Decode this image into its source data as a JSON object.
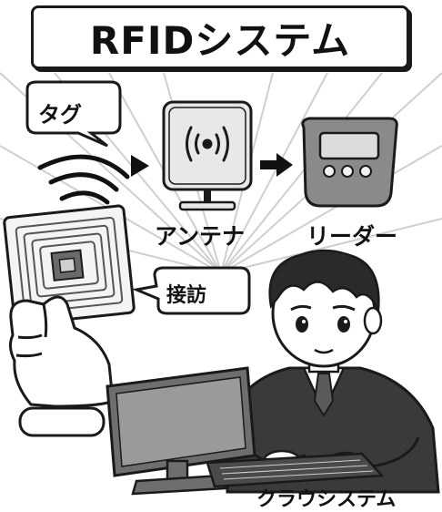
{
  "title": "RFIDシステム",
  "bubbles": {
    "tag": "タグ",
    "connect": "接訪"
  },
  "labels": {
    "antenna": "アンテナ",
    "reader": "リーダー",
    "cloud_system": "クラウシステム"
  },
  "colors": {
    "ink": "#111111",
    "background": "#ffffff",
    "rays": "#cfcfcf",
    "device_fill": "#e8e8e8",
    "reader_fill": "#8a8a8a",
    "skin": "#ffffff",
    "hair": "#2a2a2a",
    "suit": "#3a3a3a"
  },
  "icons": [
    "arrow-right-icon",
    "wireless-signal-icon",
    "radio-waves-icon",
    "rfid-chip-icon"
  ]
}
